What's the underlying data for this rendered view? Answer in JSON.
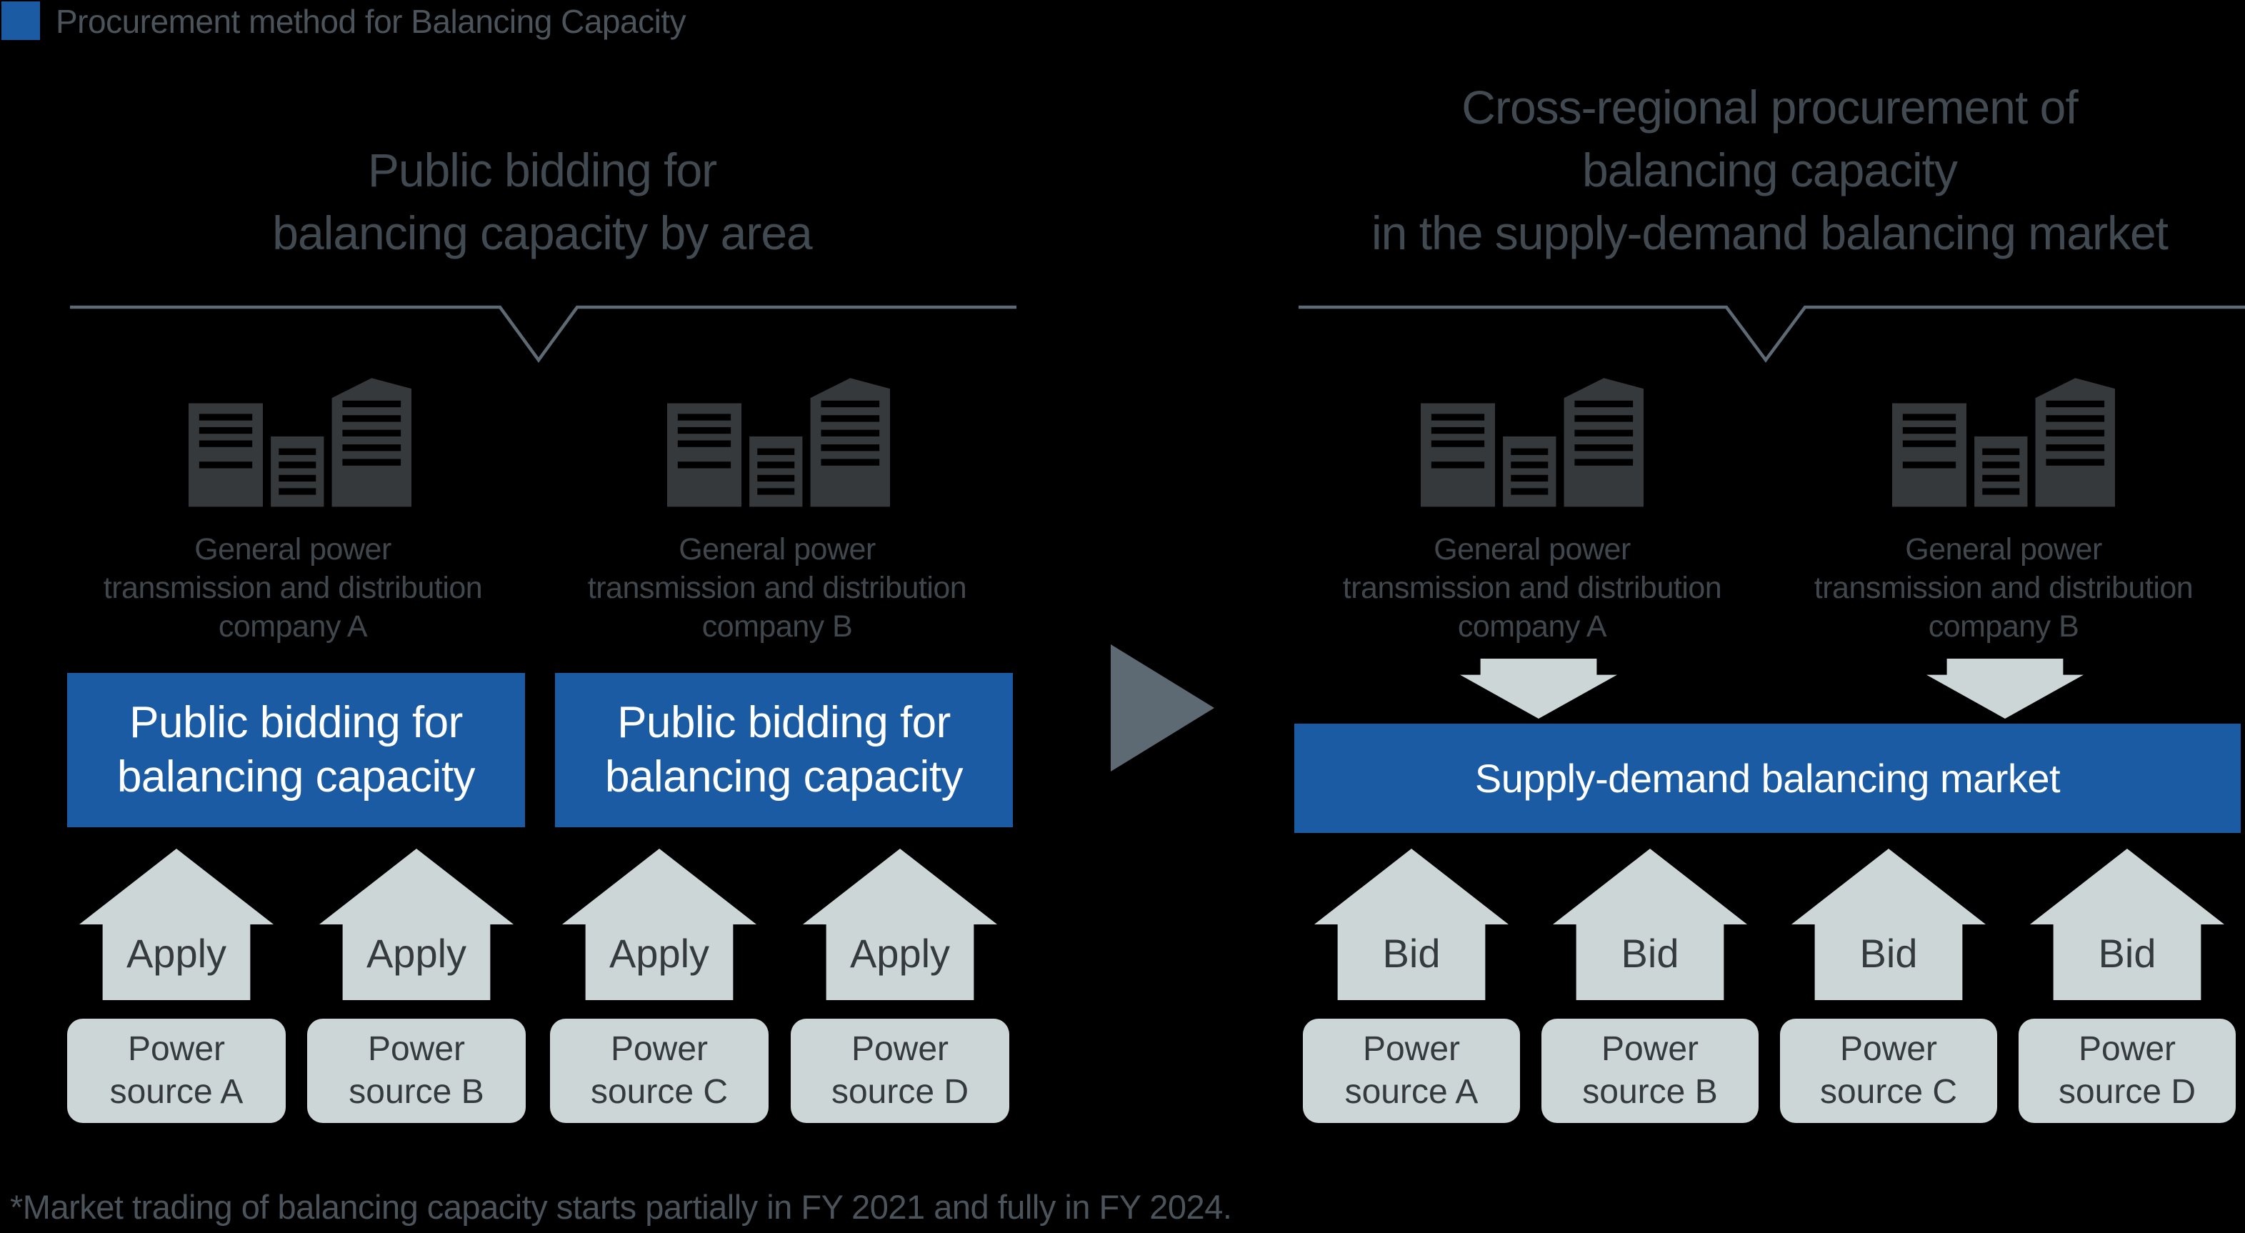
{
  "colors": {
    "background": "#000000",
    "accent_blue": "#1b5ba4",
    "light_gray": "#cdd6d7",
    "slate_line": "#5e6a73",
    "dim_text": "#414951",
    "building_icon": "#35393c",
    "box_text_dark": "#343a3d",
    "box_text_white": "#ffffff"
  },
  "header": {
    "title": "Procurement method for Balancing Capacity"
  },
  "left_section": {
    "heading_line1": "Public bidding for",
    "heading_line2": "balancing capacity by area",
    "companies": [
      {
        "line1": "General power",
        "line2": "transmission and distribution",
        "line3": "company A"
      },
      {
        "line1": "General power",
        "line2": "transmission and distribution",
        "line3": "company B"
      }
    ],
    "bid_boxes": [
      {
        "line1": "Public bidding for",
        "line2": "balancing capacity"
      },
      {
        "line1": "Public bidding for",
        "line2": "balancing capacity"
      }
    ],
    "arrows": [
      {
        "label": "Apply"
      },
      {
        "label": "Apply"
      },
      {
        "label": "Apply"
      },
      {
        "label": "Apply"
      }
    ],
    "power_sources": [
      {
        "line1": "Power",
        "line2": "source A"
      },
      {
        "line1": "Power",
        "line2": "source B"
      },
      {
        "line1": "Power",
        "line2": "source C"
      },
      {
        "line1": "Power",
        "line2": "source D"
      }
    ]
  },
  "right_section": {
    "heading_line1": "Cross-regional procurement of",
    "heading_line2": "balancing capacity",
    "heading_line3": "in the supply-demand balancing market",
    "companies": [
      {
        "line1": "General power",
        "line2": "transmission and distribution",
        "line3": "company A"
      },
      {
        "line1": "General power",
        "line2": "transmission and distribution",
        "line3": "company B"
      }
    ],
    "market_box_label": "Supply-demand balancing market",
    "arrows": [
      {
        "label": "Bid"
      },
      {
        "label": "Bid"
      },
      {
        "label": "Bid"
      },
      {
        "label": "Bid"
      }
    ],
    "power_sources": [
      {
        "line1": "Power",
        "line2": "source A"
      },
      {
        "line1": "Power",
        "line2": "source B"
      },
      {
        "line1": "Power",
        "line2": "source C"
      },
      {
        "line1": "Power",
        "line2": "source D"
      }
    ]
  },
  "footnote": "*Market trading of balancing capacity starts partially in FY 2021 and fully in FY 2024."
}
